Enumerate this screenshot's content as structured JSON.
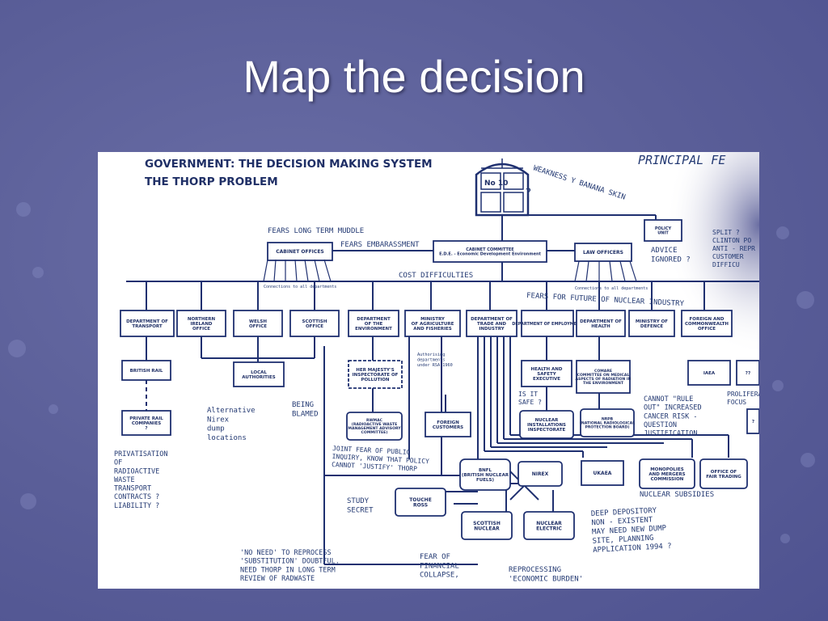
{
  "slide": {
    "title": "Map the decision"
  },
  "diagram": {
    "heading_1": "GOVERNMENT:   THE DECISION MAKING SYSTEM",
    "heading_2": "THE THORP PROBLEM",
    "corner_label": "PRINCIPAL  FE",
    "nodes": {
      "no10": "No 10",
      "policy_unit": [
        "POLICY",
        "UNIT"
      ],
      "cabinet_offices": "CABINET OFFICES",
      "cabinet_offices_note": "Connections to all departments",
      "cabinet_committee": [
        "CABINET COMMITTEE",
        "E.D.E. - Economic Development Environment"
      ],
      "law_officers": "LAW OFFICERS",
      "law_officers_note": "Connections to all departments",
      "dept_transport": [
        "DEPARTMENT OF",
        "TRANSPORT"
      ],
      "northern_ireland": [
        "NORTHERN",
        "IRELAND",
        "OFFICE"
      ],
      "welsh_office": [
        "WELSH",
        "OFFICE"
      ],
      "scottish_office": [
        "SCOTTISH",
        "OFFICE"
      ],
      "dept_environment": [
        "DEPARTMENT",
        "OF THE",
        "ENVIRONMENT"
      ],
      "maff": [
        "MINISTRY",
        "OF AGRICULTURE",
        "AND FISHERIES"
      ],
      "dti": [
        "DEPARTMENT OF",
        "TRADE AND",
        "INDUSTRY"
      ],
      "dept_employment": "DEPARTMENT OF EMPLOYMENT",
      "dept_health": [
        "DEPARTMENT OF",
        "HEALTH"
      ],
      "ministry_defence": [
        "MINISTRY OF",
        "DEFENCE"
      ],
      "foreign_office": [
        "FOREIGN AND",
        "COMMONWEALTH",
        "OFFICE"
      ],
      "british_rail": "BRITISH RAIL",
      "local_authorities": [
        "LOCAL",
        "AUTHORITIES"
      ],
      "hmip": [
        "HER MAJESTY'S",
        "INSPECTORATE OF",
        "POLLUTION"
      ],
      "authorising_note": [
        "Authorising",
        "departments",
        "under RSA 1960"
      ],
      "health_safety": [
        "HEALTH AND",
        "SAFETY",
        "EXECUTIVE"
      ],
      "comare": [
        "COMARE",
        "COMMITTEE ON MEDICAL",
        "ASPECTS OF RADIATION IN",
        "THE ENVIRONMENT"
      ],
      "private_rail": [
        "PRIVATE RAIL",
        "COMPANIES",
        "?"
      ],
      "rwmac": [
        "RWMAC",
        "(RADIOACTIVE WASTE",
        "MANAGEMENT ADVISORY",
        "COMMITTEE)"
      ],
      "foreign_customers": [
        "FOREIGN",
        "CUSTOMERS"
      ],
      "nuclear_installations": [
        "NUCLEAR",
        "INSTALLATIONS",
        "INSPECTORATE"
      ],
      "nrpb": [
        "NRPB",
        "(NATIONAL RADIOLOGICAL",
        "PROTECTION BOARD)"
      ],
      "bnfl": [
        "BNFL",
        "(BRITISH NUCLEAR",
        "FUELS)"
      ],
      "nirex": "NIREX",
      "ukaea": "UKAEA",
      "monopolies": [
        "MONOPOLIES",
        "AND MERGERS",
        "COMMISSION"
      ],
      "fair_trading": [
        "OFFICE OF",
        "FAIR TRADING"
      ],
      "touche_ross": [
        "TOUCHE",
        "ROSS"
      ],
      "scottish_nuclear": [
        "SCOTTISH",
        "NUCLEAR"
      ],
      "nuclear_electric": [
        "NUCLEAR",
        "ELECTRIC"
      ],
      "mod_box_label": "?",
      "fo_child": "IAEA",
      "fo_child2": "??"
    },
    "annotations": {
      "weakness": "WEAKNESS Y BANANA SKIN",
      "no10_question": "?",
      "fears_muddle": "FEARS LONG TERM MUDDLE",
      "fears_embarrassment": "FEARS EMBARASSMENT",
      "cost_difficulties": "COST DIFFICULTIES",
      "advice_ignored": [
        "ADVICE",
        "IGNORED ?"
      ],
      "split": [
        "SPLIT ?",
        "CLINTON PO",
        "ANTI - REPR",
        "CUSTOMER",
        "DIFFICU"
      ],
      "fears_future": "FEARS FOR FUTURE OF NUCLEAR INDUSTRY",
      "proliferation": [
        "PROLIFERATIO",
        "FOCUS"
      ],
      "alternative_nirex": [
        "Alternative",
        "Nirex",
        "dump",
        "locations"
      ],
      "being_blamed": [
        "BEING",
        "BLAMED"
      ],
      "is_it_safe": [
        "IS IT",
        "SAFE ?"
      ],
      "cannot_rule_out": [
        "CANNOT \"RULE",
        "OUT\" INCREASED",
        "CANCER RISK -",
        "QUESTION",
        "JUSTIFICATION"
      ],
      "privatisation": [
        "PRIVATISATION",
        "OF",
        "RADIOACTIVE",
        "WASTE",
        "TRANSPORT",
        "CONTRACTS ?",
        "LIABILITY ?"
      ],
      "joint_fear": [
        "JOINT  FEAR OF PUBLIC",
        "INQUIRY, KNOW THAT POLICY",
        "CANNOT 'JUSTIFY' THORP"
      ],
      "nuclear_subsidies": "NUCLEAR SUBSIDIES",
      "study_secret": [
        "STUDY",
        "SECRET"
      ],
      "deep_depository": [
        "DEEP DEPOSITORY",
        "NON - EXISTENT",
        "MAY NEED NEW DUMP",
        "SITE, PLANNING",
        "APPLICATION 1994 ?"
      ],
      "no_need": [
        "'NO NEED' TO REPROCESS",
        "'SUBSTITUTION' DOUBTFUL.",
        "NEED THORP IN LONG TERM",
        "REVIEW OF RADWASTE"
      ],
      "fear_financial": [
        "FEAR OF",
        "FINANCIAL",
        "COLLAPSE,"
      ],
      "reprocessing": [
        "REPROCESSING",
        "'ECONOMIC BURDEN'",
        "..."
      ]
    }
  }
}
